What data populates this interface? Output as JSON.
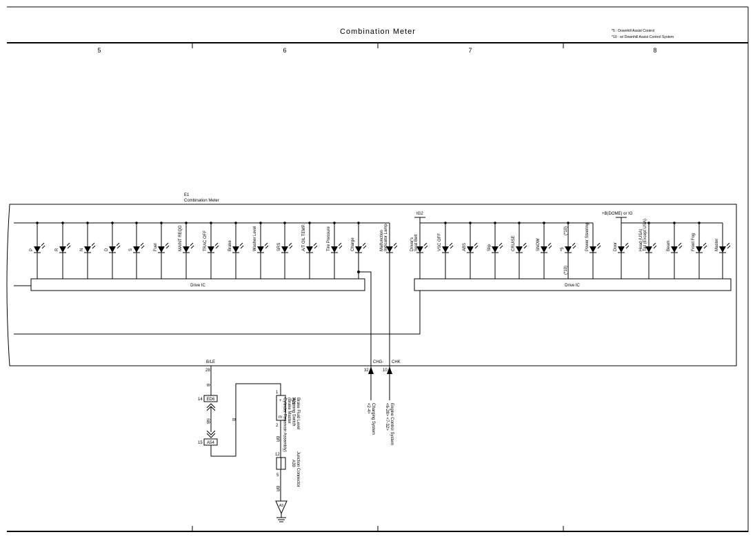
{
  "page": {
    "title": "Combination Meter",
    "notes": [
      "*5 : Downhill Assist Control",
      "*10 : w/ Downhill Assist Control System"
    ],
    "columns": [
      "5",
      "6",
      "7",
      "8"
    ]
  },
  "meter": {
    "ref": "E1",
    "name": "Combination Meter",
    "left_drive_ic": "Drive IC",
    "right_drive_ic": "Drive IC",
    "ig2": "IG2",
    "dome": "+B(DOME) or IG",
    "left_leds": [
      "P",
      "R",
      "N",
      "D",
      "S",
      "Fuel",
      "MAINT REQD",
      "TRAC OFF",
      "Brake",
      "Washer Level",
      "SRS",
      "A/T OIL TEMP.",
      "Tire Pressure",
      "Charge",
      "Malfunction Indicator Lamp"
    ],
    "right_leds": [
      "Driver's Seat Belt",
      "VSC OFF",
      "ABS",
      "Slip",
      "CRUISE",
      "SNOW",
      "*5",
      "Power Steering",
      "Door",
      "Head (USA) Tail (Except USA)",
      "Beam",
      "Front Fog",
      "Master"
    ],
    "star10_top": "(*10)",
    "star10_bottom": "(*10)"
  },
  "pins": {
    "ble": "B/LE",
    "pin28": "28",
    "chg": "CHG-",
    "pin32": "32",
    "chk": "CHK",
    "pin10": "10"
  },
  "connectors": {
    "ed6_pin": "14",
    "ed6": "ED6",
    "a54_pin": "15",
    "a54": "A54",
    "wire_b1": "B",
    "wire_sb": "SB",
    "wire_b2": "B",
    "wire_br1": "BR",
    "wire_br2": "BR"
  },
  "switch": {
    "pin1": "1",
    "pin2": "2",
    "plus": "+",
    "m": "m",
    "ref": "A21",
    "name": "Brake Fluid Level Warning Switch (Brake Master Cylinder Reservoir Assembly)"
  },
  "junction": {
    "pin12": "12",
    "pin5": "5",
    "ref": "A39",
    "name": "Junction Connector"
  },
  "ground": {
    "label": "A3"
  },
  "external": {
    "charging": "Charging System",
    "charging_ref": "<2-4>",
    "engine": "Engine Control System",
    "engine_ref": "<6-28> <7-32>"
  }
}
